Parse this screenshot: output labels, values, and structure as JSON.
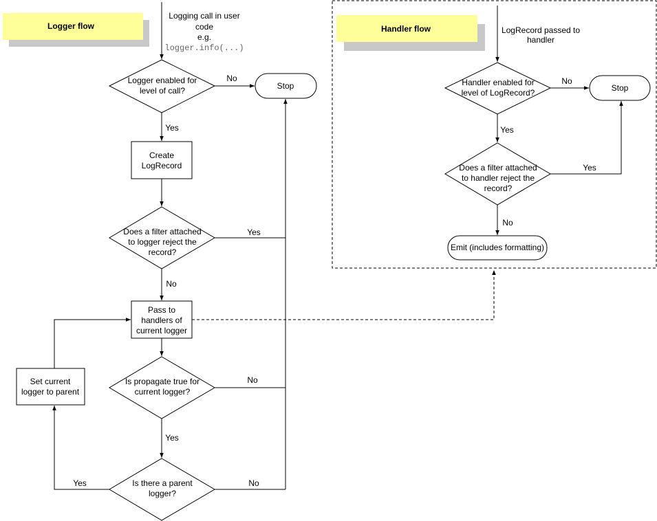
{
  "colors": {
    "title_box": "#ffff99",
    "title_shadow": "#c8c8c8",
    "stroke": "#000000",
    "mono_text": "#666666"
  },
  "logger_flow": {
    "title": "Logger flow",
    "entry_lines": [
      "Logging call in user",
      "code",
      "e.g.",
      "logger.info(...)"
    ],
    "enabled_decision": [
      "Logger enabled for",
      "level of call?"
    ],
    "stop": "Stop",
    "create_record": [
      "Create",
      "LogRecord"
    ],
    "filter_decision": [
      "Does a filter attached",
      "to logger reject the",
      "record?"
    ],
    "pass_handlers": [
      "Pass to",
      "handlers of",
      "current logger"
    ],
    "propagate_decision": [
      "Is propagate true for",
      "current logger?"
    ],
    "parent_decision": [
      "Is there a parent",
      "logger?"
    ],
    "set_parent": [
      "Set current",
      "logger to parent"
    ],
    "labels": {
      "enabled_no": "No",
      "enabled_yes": "Yes",
      "filter_yes": "Yes",
      "filter_no": "No",
      "propagate_no": "No",
      "propagate_yes": "Yes",
      "parent_yes": "Yes",
      "parent_no": "No"
    }
  },
  "handler_flow": {
    "title": "Handler flow",
    "entry_lines": [
      "LogRecord passed to",
      "handler"
    ],
    "enabled_decision": [
      "Handler enabled for",
      "level of LogRecord?"
    ],
    "stop": "Stop",
    "filter_decision": [
      "Does a filter attached",
      "to handler reject the",
      "record?"
    ],
    "emit": "Emit (includes formatting)",
    "labels": {
      "enabled_no": "No",
      "enabled_yes": "Yes",
      "filter_yes": "Yes",
      "filter_no": "No"
    }
  }
}
